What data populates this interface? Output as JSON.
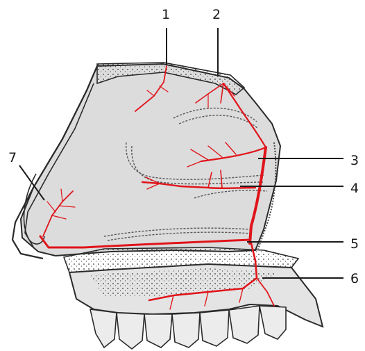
{
  "labels": [
    "1",
    "2",
    "3",
    "4",
    "5",
    "6",
    "7"
  ],
  "colors": {
    "artery": "#e0141a",
    "outline": "#2a2a2a",
    "tissue_fill": "#dcdcdc",
    "bone_fill": "#e4e4e4",
    "background": "#ffffff"
  }
}
